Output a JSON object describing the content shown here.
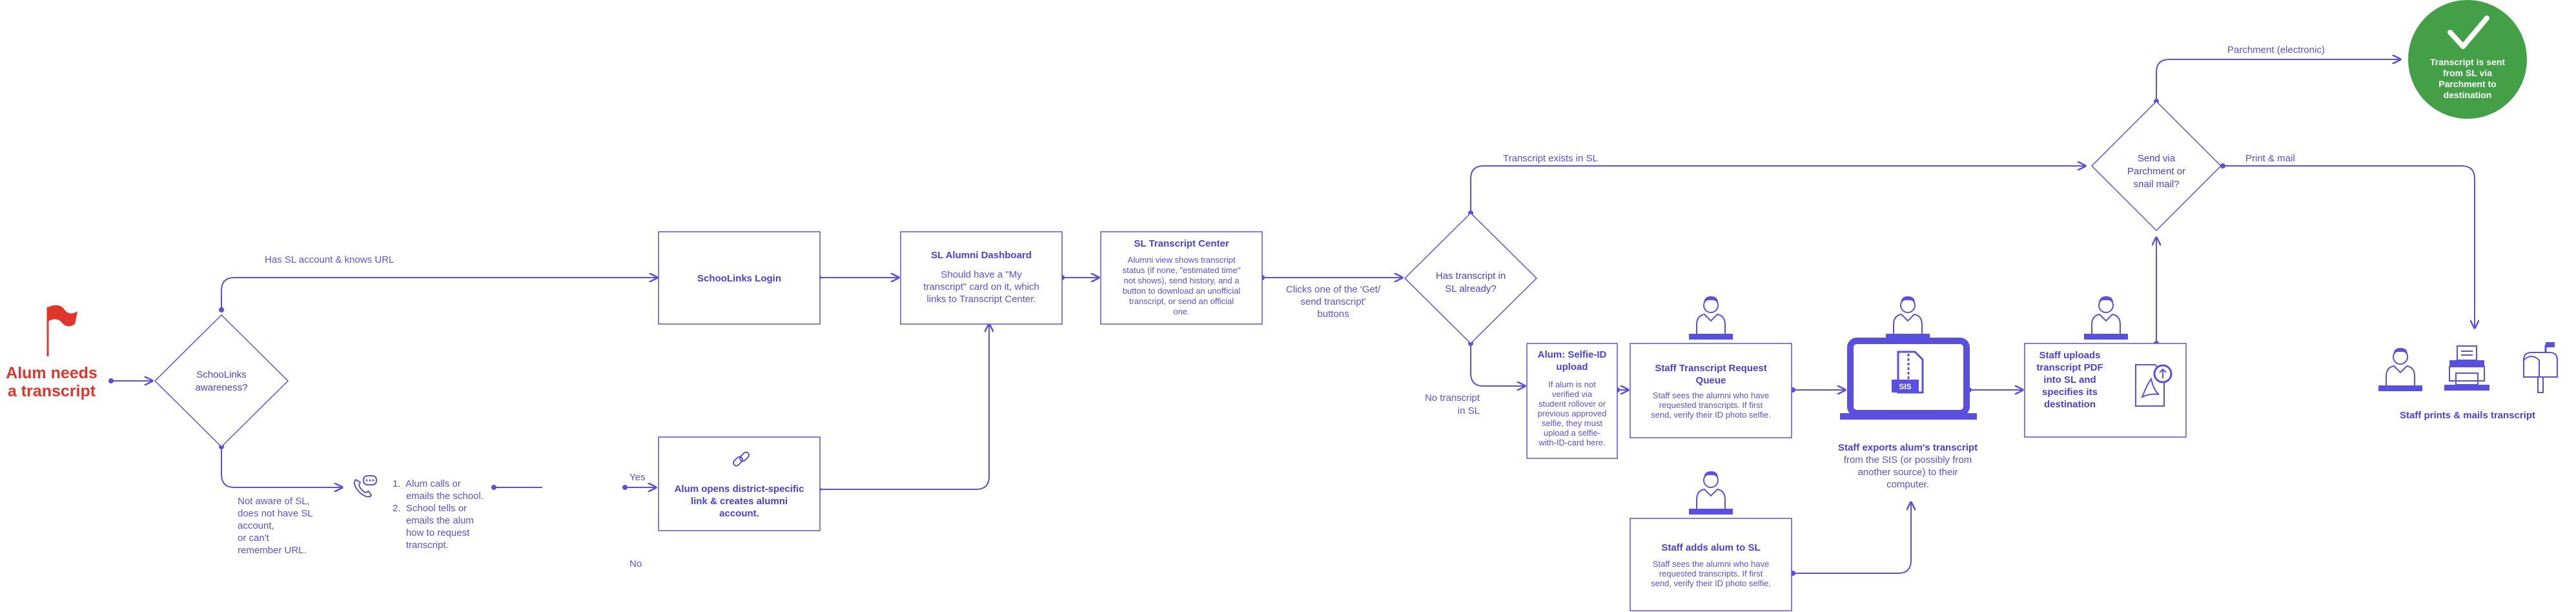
{
  "colors": {
    "accent": "#5b4fe0",
    "start": "#e0352b",
    "end": "#43a047"
  },
  "start": {
    "line1": "Alum needs",
    "line2": "a transcript"
  },
  "awareness": {
    "line1": "SchooLinks",
    "line2": "awareness?"
  },
  "branch_has_account": "Has SL account & knows URL",
  "branch_not_aware": [
    "Not aware of SL,",
    "does not have SL",
    "account,",
    "or can't",
    "remember URL."
  ],
  "call_steps": [
    "1.  Alum calls or",
    "     emails the school.",
    "2.  School tells or",
    "     emails the alum",
    "     how to request",
    "     transcript."
  ],
  "yes_label": "Yes",
  "no_label": "No",
  "login": {
    "title": "SchooLinks Login"
  },
  "district_link": {
    "title_line1": "Alum opens district-specific",
    "title_line2": "link & creates alumni",
    "title_line3": "account."
  },
  "dashboard": {
    "title": "SL Alumni Dashboard",
    "body": [
      "Should have a \"My",
      "transcript\" card on it, which",
      "links to Transcript Center."
    ]
  },
  "transcript_center": {
    "title": "SL Transcript Center",
    "body": [
      "Alumni view shows transcript",
      "status (if none, \"estimated time\"",
      "not shows), send history, and a",
      "button to download an unofficial",
      "transcript, or send an official",
      "one."
    ]
  },
  "clicks_label": [
    "Clicks one of the 'Get/",
    "send transcript'",
    "buttons"
  ],
  "has_transcript": {
    "line1": "Has transcript in",
    "line2": "SL already?"
  },
  "transcript_exists": "Transcript exists in SL",
  "no_transcript": [
    "No transcript",
    "in SL"
  ],
  "selfie": {
    "title_line1": "Alum: Selfie-ID",
    "title_line2": "upload",
    "body": [
      "If alum is not",
      "verified via",
      "student rollover or",
      "previous approved",
      "selfie, they must",
      "upload a selfie-",
      "with-ID-card here."
    ]
  },
  "request_queue": {
    "title_line1": "Staff Transcript Request",
    "title_line2": "Queue",
    "body": [
      "Staff sees the alumni who have",
      "requested transcripts. If first",
      "send, verify their ID photo selfie."
    ]
  },
  "adds_alum": {
    "title": "Staff adds alum to SL",
    "body": [
      "Staff sees the alumni who have",
      "requested transcripts. If first",
      "send, verify their ID photo selfie."
    ]
  },
  "export": {
    "sis_badge": "SIS",
    "title": "Staff exports alum's transcript",
    "body": [
      "from the SIS (or possibly from",
      "another source) to their",
      "computer."
    ]
  },
  "uploads": {
    "lines": [
      "Staff uploads",
      "transcript PDF",
      "into SL and",
      "specifies its",
      "destination"
    ]
  },
  "send_via": {
    "line1": "Send via",
    "line2": "Parchment or",
    "line3": "snail mail?"
  },
  "parchment_label": "Parchment (electronic)",
  "print_label": "Print & mail",
  "end": {
    "lines": [
      "Transcript is sent",
      "from SL via",
      "Parchment to",
      "destination"
    ]
  },
  "prints": {
    "title": "Staff prints & mails transcript"
  }
}
